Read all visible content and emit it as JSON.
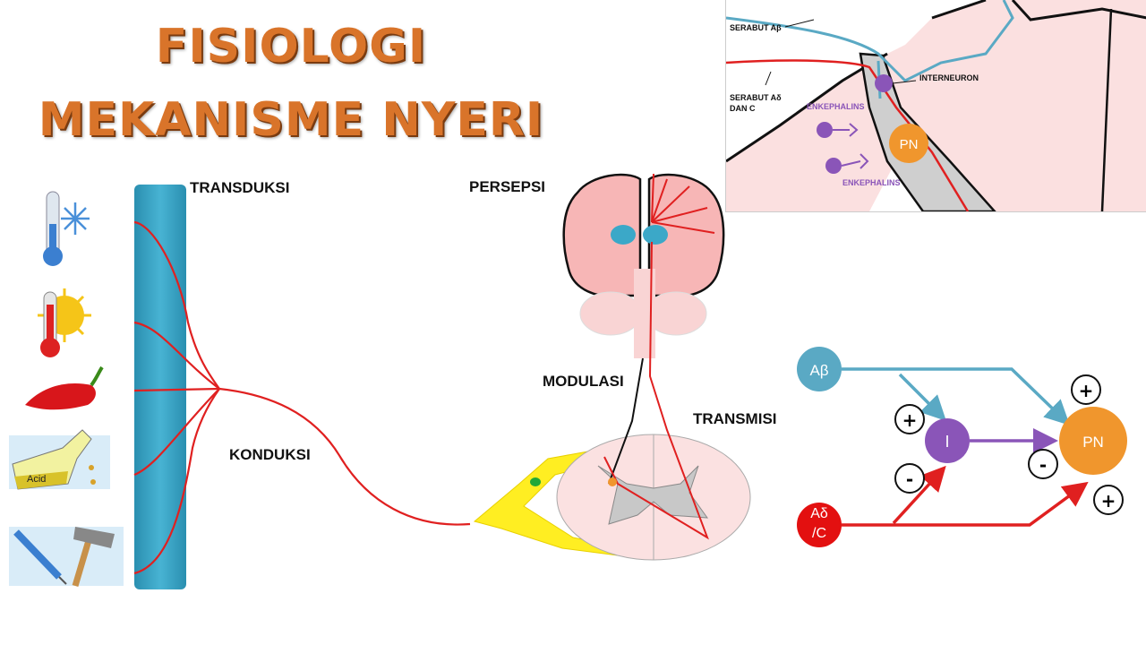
{
  "title": {
    "line1": "FISIOLOGI",
    "line2": "MEKANISME NYERI"
  },
  "labels": {
    "transduksi": "TRANSDUKSI",
    "persepsi": "PERSEPSI",
    "modulasi": "MODULASI",
    "transmisi": "TRANSMISI",
    "konduksi": "KONDUKSI"
  },
  "stimuli": {
    "acid": "Acid"
  },
  "inset": {
    "serabut_ab": "SERABUT Aβ",
    "serabut_ad_line1": "SERABUT Aδ",
    "serabut_ad_line2": "DAN C",
    "interneuron": "INTERNEURON",
    "enkephalins_top": "ENKEPHALINS",
    "enkephalins_bottom": "ENKEPHALINS",
    "pn": "PN"
  },
  "gate": {
    "ab": "Aβ",
    "ad_line1": "Aδ",
    "ad_line2": "/C",
    "interneuron": "I",
    "pn": "PN",
    "signs": {
      "plus_ab_i": "+",
      "minus_ad_i": "-",
      "plus_pn_top": "+",
      "minus_pn": "-",
      "plus_pn_bottom": "+"
    }
  },
  "colors": {
    "title": "#d9742a",
    "nerve": "#e02020",
    "ab_fiber": "#5aa9c4",
    "interneuron": "#8a55b8",
    "pn": "#f0962d",
    "dorsal_root": "#ffee22",
    "brain": "#f7b6b6"
  }
}
